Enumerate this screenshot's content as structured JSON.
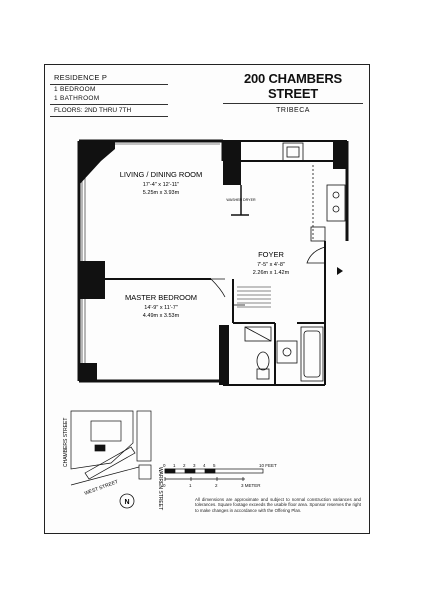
{
  "residence": {
    "name": "RESIDENCE P",
    "bedrooms": "1  BEDROOM",
    "bathrooms": "1  BATHROOM",
    "floors": "FLOORS:  2ND  THRU  7TH"
  },
  "address": {
    "street": "200 CHAMBERS STREET",
    "neighborhood": "TRIBECA"
  },
  "rooms": {
    "living": {
      "name": "LIVING / DINING ROOM",
      "imperial": "17'-4\"  x  12'-11\"",
      "metric": "5.25m  x  3.93m"
    },
    "foyer": {
      "name": "FOYER",
      "imperial": "7'-5\"  x  4'-8\"",
      "metric": "2.26m  x  1.42m"
    },
    "bedroom": {
      "name": "MASTER BEDROOM",
      "imperial": "14'-9\"  x  11'-7\"",
      "metric": "4.49m  x  3.53m"
    },
    "closet_label": "WASHER DRYER"
  },
  "map": {
    "chambers": "CHAMBERS STREET",
    "warren": "WARREN STREET",
    "west": "WEST STREET",
    "north": "N"
  },
  "scale": {
    "feet_ticks": [
      "0",
      "1",
      "2",
      "3",
      "4",
      "5",
      "10 FEET"
    ],
    "meter_ticks": [
      "0",
      "1",
      "2",
      "3 METER"
    ]
  },
  "disclaimer": "All dimensions are approximate and subject to normal construction variances and tolerances. Square footage exceeds the usable floor area. Sponsor reserves the right to make changes in accordance with the Offering Plan."
}
